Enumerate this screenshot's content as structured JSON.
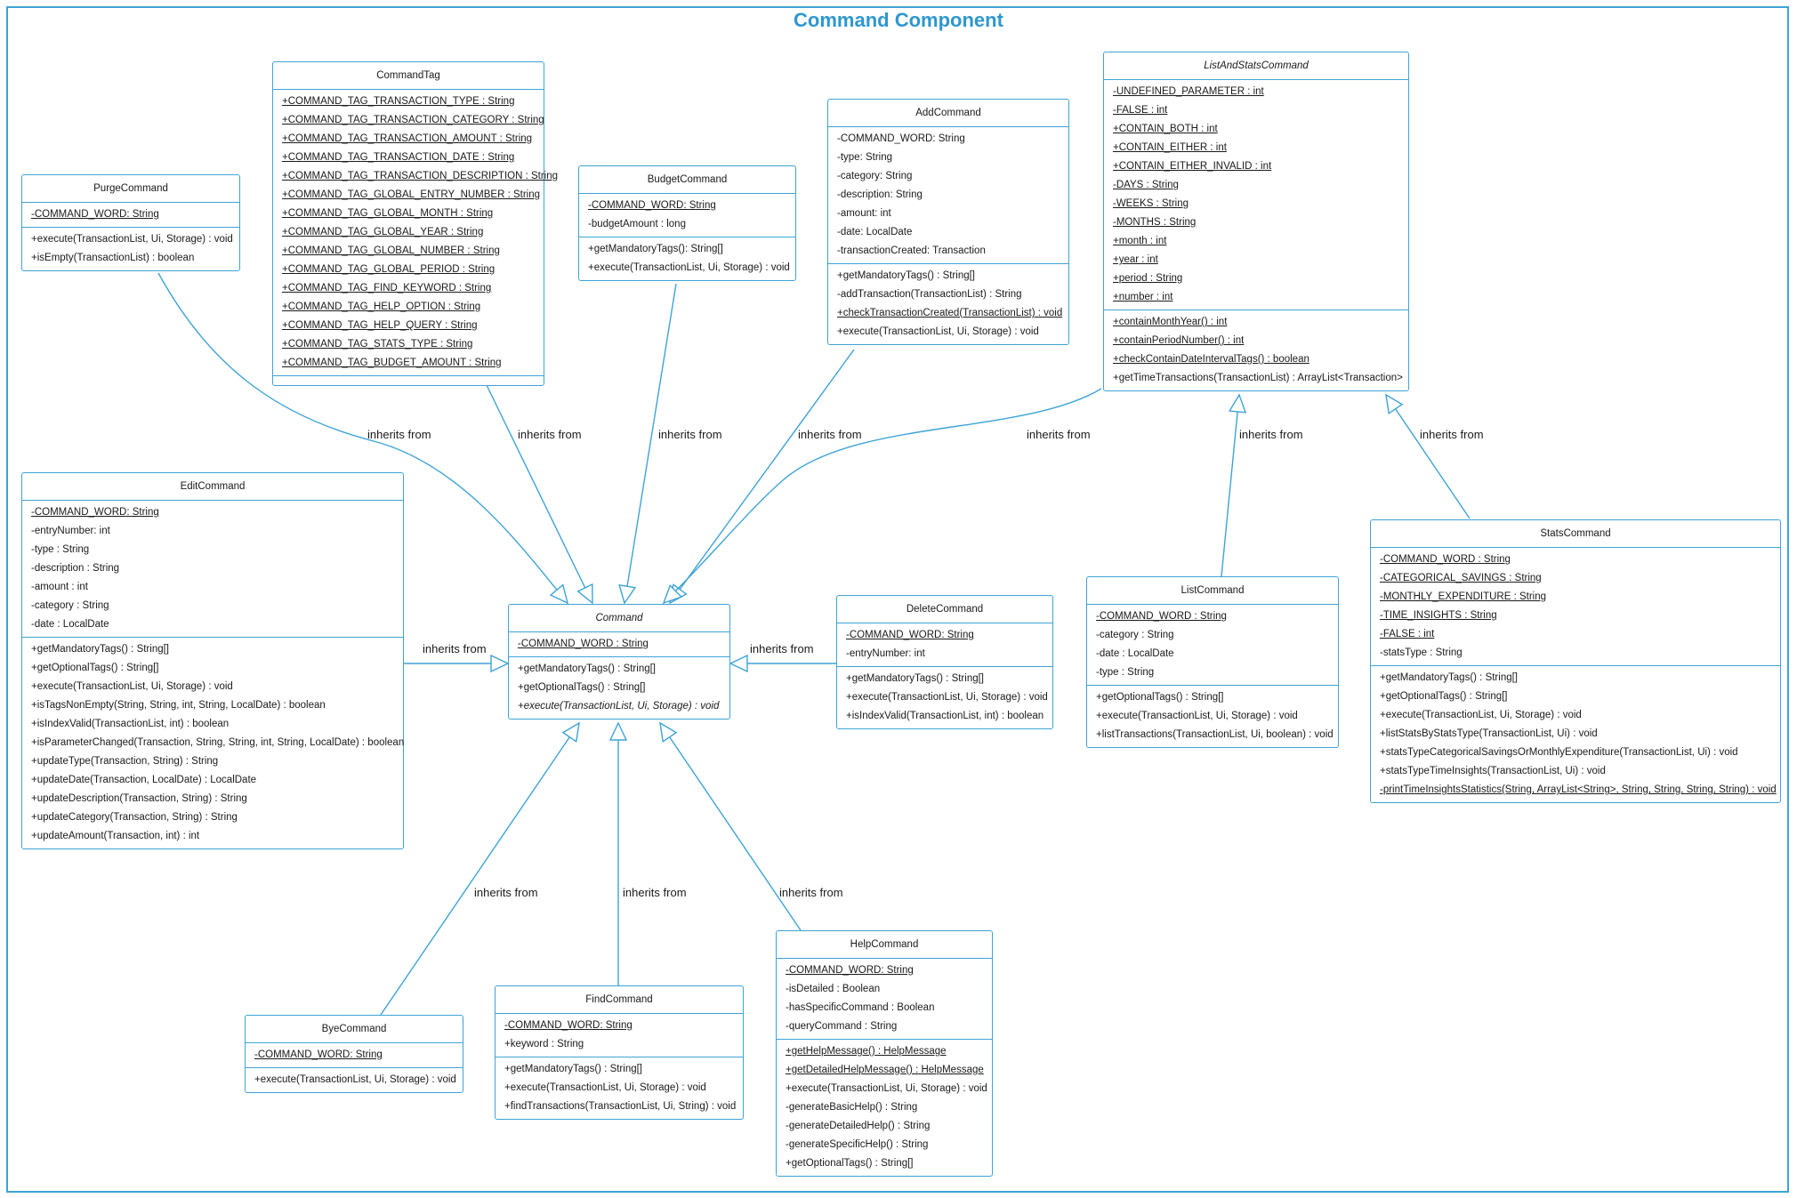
{
  "diagram": {
    "title": "Command Component",
    "edge_label": "inherits from"
  },
  "classes": [
    {
      "id": "CommandTag",
      "name": "CommandTag",
      "abstract": false,
      "fields": [
        {
          "text": "+COMMAND_TAG_TRANSACTION_TYPE : String",
          "static": true
        },
        {
          "text": "+COMMAND_TAG_TRANSACTION_CATEGORY : String",
          "static": true
        },
        {
          "text": "+COMMAND_TAG_TRANSACTION_AMOUNT : String",
          "static": true
        },
        {
          "text": "+COMMAND_TAG_TRANSACTION_DATE : String",
          "static": true
        },
        {
          "text": "+COMMAND_TAG_TRANSACTION_DESCRIPTION : String",
          "static": true
        },
        {
          "text": "+COMMAND_TAG_GLOBAL_ENTRY_NUMBER : String",
          "static": true
        },
        {
          "text": "+COMMAND_TAG_GLOBAL_MONTH : String",
          "static": true
        },
        {
          "text": "+COMMAND_TAG_GLOBAL_YEAR : String",
          "static": true
        },
        {
          "text": "+COMMAND_TAG_GLOBAL_NUMBER : String",
          "static": true
        },
        {
          "text": "+COMMAND_TAG_GLOBAL_PERIOD : String",
          "static": true
        },
        {
          "text": "+COMMAND_TAG_FIND_KEYWORD : String",
          "static": true
        },
        {
          "text": "+COMMAND_TAG_HELP_OPTION : String",
          "static": true
        },
        {
          "text": "+COMMAND_TAG_HELP_QUERY : String",
          "static": true
        },
        {
          "text": "+COMMAND_TAG_STATS_TYPE : String",
          "static": true
        },
        {
          "text": "+COMMAND_TAG_BUDGET_AMOUNT : String",
          "static": true
        }
      ],
      "methods": []
    },
    {
      "id": "PurgeCommand",
      "name": "PurgeCommand",
      "abstract": false,
      "fields": [
        {
          "text": "-COMMAND_WORD: String",
          "static": true
        }
      ],
      "methods": [
        {
          "text": "+execute(TransactionList, Ui, Storage) : void"
        },
        {
          "text": "+isEmpty(TransactionList) : boolean"
        }
      ]
    },
    {
      "id": "BudgetCommand",
      "name": "BudgetCommand",
      "abstract": false,
      "fields": [
        {
          "text": "-COMMAND_WORD: String",
          "static": true
        },
        {
          "text": "-budgetAmount : long"
        }
      ],
      "methods": [
        {
          "text": "+getMandatoryTags(): String[]"
        },
        {
          "text": "+execute(TransactionList, Ui, Storage) : void"
        }
      ]
    },
    {
      "id": "AddCommand",
      "name": "AddCommand",
      "abstract": false,
      "fields": [
        {
          "text": "-COMMAND_WORD: String"
        },
        {
          "text": "-type: String"
        },
        {
          "text": "-category: String"
        },
        {
          "text": "-description: String"
        },
        {
          "text": "-amount: int"
        },
        {
          "text": "-date: LocalDate"
        },
        {
          "text": "-transactionCreated: Transaction"
        }
      ],
      "methods": [
        {
          "text": "+getMandatoryTags() : String[]"
        },
        {
          "text": "-addTransaction(TransactionList) : String"
        },
        {
          "text": "+checkTransactionCreated(TransactionList) : void",
          "static": true
        },
        {
          "text": "+execute(TransactionList, Ui, Storage) : void"
        }
      ]
    },
    {
      "id": "ListAndStatsCommand",
      "name": "ListAndStatsCommand",
      "abstract": true,
      "fields": [
        {
          "text": "-UNDEFINED_PARAMETER : int",
          "static": true
        },
        {
          "text": "-FALSE : int",
          "static": true
        },
        {
          "text": "+CONTAIN_BOTH : int",
          "static": true
        },
        {
          "text": "+CONTAIN_EITHER : int",
          "static": true
        },
        {
          "text": "+CONTAIN_EITHER_INVALID : int",
          "static": true
        },
        {
          "text": "-DAYS : String",
          "static": true
        },
        {
          "text": "-WEEKS : String",
          "static": true
        },
        {
          "text": "-MONTHS : String",
          "static": true
        },
        {
          "text": "+month : int",
          "static": true
        },
        {
          "text": "+year : int",
          "static": true
        },
        {
          "text": "+period : String",
          "static": true
        },
        {
          "text": "+number : int",
          "static": true
        }
      ],
      "methods": [
        {
          "text": "+containMonthYear() : int",
          "static": true
        },
        {
          "text": "+containPeriodNumber() : int",
          "static": true
        },
        {
          "text": "+checkContainDateIntervalTags() : boolean",
          "static": true
        },
        {
          "text": "+getTimeTransactions(TransactionList) : ArrayList<Transaction>"
        }
      ]
    },
    {
      "id": "EditCommand",
      "name": "EditCommand",
      "abstract": false,
      "fields": [
        {
          "text": "-COMMAND_WORD: String",
          "static": true
        },
        {
          "text": "-entryNumber: int"
        },
        {
          "text": "-type : String"
        },
        {
          "text": "-description : String"
        },
        {
          "text": "-amount : int"
        },
        {
          "text": "-category : String"
        },
        {
          "text": "-date : LocalDate"
        }
      ],
      "methods": [
        {
          "text": "+getMandatoryTags() : String[]"
        },
        {
          "text": "+getOptionalTags() : String[]"
        },
        {
          "text": "+execute(TransactionList, Ui, Storage) : void"
        },
        {
          "text": "+isTagsNonEmpty(String, String, int, String, LocalDate) : boolean"
        },
        {
          "text": "+isIndexValid(TransactionList, int) : boolean"
        },
        {
          "text": "+isParameterChanged(Transaction, String, String, int, String, LocalDate) : boolean"
        },
        {
          "text": "+updateType(Transaction, String) : String"
        },
        {
          "text": "+updateDate(Transaction, LocalDate) : LocalDate"
        },
        {
          "text": "+updateDescription(Transaction, String) : String"
        },
        {
          "text": "+updateCategory(Transaction, String) : String"
        },
        {
          "text": "+updateAmount(Transaction, int) : int"
        }
      ]
    },
    {
      "id": "Command",
      "name": "Command",
      "abstract": true,
      "fields": [
        {
          "text": "-COMMAND_WORD : String",
          "static": true
        }
      ],
      "methods": [
        {
          "text": "+getMandatoryTags() : String[]"
        },
        {
          "text": "+getOptionalTags() : String[]"
        },
        {
          "text": "+execute(TransactionList, Ui, Storage) : void",
          "abstract": true
        }
      ]
    },
    {
      "id": "DeleteCommand",
      "name": "DeleteCommand",
      "abstract": false,
      "fields": [
        {
          "text": "-COMMAND_WORD: String",
          "static": true
        },
        {
          "text": "-entryNumber: int"
        }
      ],
      "methods": [
        {
          "text": "+getMandatoryTags() : String[]"
        },
        {
          "text": "+execute(TransactionList, Ui, Storage) : void"
        },
        {
          "text": "+isIndexValid(TransactionList, int) : boolean"
        }
      ]
    },
    {
      "id": "ListCommand",
      "name": "ListCommand",
      "abstract": false,
      "fields": [
        {
          "text": "-COMMAND_WORD : String",
          "static": true
        },
        {
          "text": "-category : String"
        },
        {
          "text": "-date : LocalDate"
        },
        {
          "text": "-type : String"
        }
      ],
      "methods": [
        {
          "text": "+getOptionalTags() : String[]"
        },
        {
          "text": "+execute(TransactionList, Ui, Storage) : void"
        },
        {
          "text": "+listTransactions(TransactionList, Ui, boolean) : void"
        }
      ]
    },
    {
      "id": "StatsCommand",
      "name": "StatsCommand",
      "abstract": false,
      "fields": [
        {
          "text": "-COMMAND_WORD : String",
          "static": true
        },
        {
          "text": "-CATEGORICAL_SAVINGS : String",
          "static": true
        },
        {
          "text": "-MONTHLY_EXPENDITURE : String",
          "static": true
        },
        {
          "text": "-TIME_INSIGHTS : String",
          "static": true
        },
        {
          "text": "-FALSE : int",
          "static": true
        },
        {
          "text": "-statsType : String"
        }
      ],
      "methods": [
        {
          "text": "+getMandatoryTags() : String[]"
        },
        {
          "text": "+getOptionalTags() : String[]"
        },
        {
          "text": "+execute(TransactionList, Ui, Storage) : void"
        },
        {
          "text": "+listStatsByStatsType(TransactionList, Ui) : void"
        },
        {
          "text": "+statsTypeCategoricalSavingsOrMonthlyExpenditure(TransactionList, Ui) : void"
        },
        {
          "text": "+statsTypeTimeInsights(TransactionList, Ui) : void"
        },
        {
          "text": "-printTimeInsightsStatistics(String, ArrayList<String>, String, String, String, String) : void",
          "static": true
        }
      ]
    },
    {
      "id": "ByeCommand",
      "name": "ByeCommand",
      "abstract": false,
      "fields": [
        {
          "text": "-COMMAND_WORD: String",
          "static": true
        }
      ],
      "methods": [
        {
          "text": "+execute(TransactionList, Ui, Storage) : void"
        }
      ]
    },
    {
      "id": "FindCommand",
      "name": "FindCommand",
      "abstract": false,
      "fields": [
        {
          "text": "-COMMAND_WORD: String",
          "static": true
        },
        {
          "text": "+keyword : String"
        }
      ],
      "methods": [
        {
          "text": "+getMandatoryTags() : String[]"
        },
        {
          "text": "+execute(TransactionList, Ui, Storage) : void"
        },
        {
          "text": "+findTransactions(TransactionList, Ui, String) : void"
        }
      ]
    },
    {
      "id": "HelpCommand",
      "name": "HelpCommand",
      "abstract": false,
      "fields": [
        {
          "text": "-COMMAND_WORD: String",
          "static": true
        },
        {
          "text": "-isDetailed : Boolean"
        },
        {
          "text": "-hasSpecificCommand : Boolean"
        },
        {
          "text": "-queryCommand : String"
        }
      ],
      "methods": [
        {
          "text": "+getHelpMessage() : HelpMessage",
          "static": true
        },
        {
          "text": "+getDetailedHelpMessage() : HelpMessage",
          "static": true
        },
        {
          "text": "+execute(TransactionList, Ui, Storage) : void"
        },
        {
          "text": "-generateBasicHelp() : String"
        },
        {
          "text": "-generateDetailedHelp() : String"
        },
        {
          "text": "-generateSpecificHelp() : String"
        },
        {
          "text": "+getOptionalTags() : String[]"
        }
      ]
    }
  ],
  "edges": [
    {
      "from": "PurgeCommand",
      "to": "Command"
    },
    {
      "from": "CommandTag",
      "to": "Command"
    },
    {
      "from": "BudgetCommand",
      "to": "Command"
    },
    {
      "from": "AddCommand",
      "to": "Command"
    },
    {
      "from": "ListAndStatsCommand",
      "to": "Command"
    },
    {
      "from": "ListCommand",
      "to": "ListAndStatsCommand"
    },
    {
      "from": "StatsCommand",
      "to": "ListAndStatsCommand"
    },
    {
      "from": "EditCommand",
      "to": "Command"
    },
    {
      "from": "DeleteCommand",
      "to": "Command"
    },
    {
      "from": "ByeCommand",
      "to": "Command"
    },
    {
      "from": "FindCommand",
      "to": "Command"
    },
    {
      "from": "HelpCommand",
      "to": "Command"
    }
  ],
  "style": {
    "accent": "#3ea3d6",
    "title_color": "#2e97cf"
  }
}
